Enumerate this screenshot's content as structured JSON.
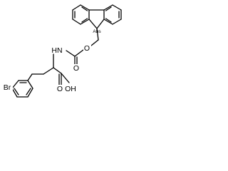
{
  "molecule": {
    "labels": {
      "nh": "HN",
      "o_ether": "O",
      "o_carbonyl": "O",
      "o_acid": "O",
      "oh": "OH",
      "br": "Br",
      "abs": "Abs"
    }
  }
}
